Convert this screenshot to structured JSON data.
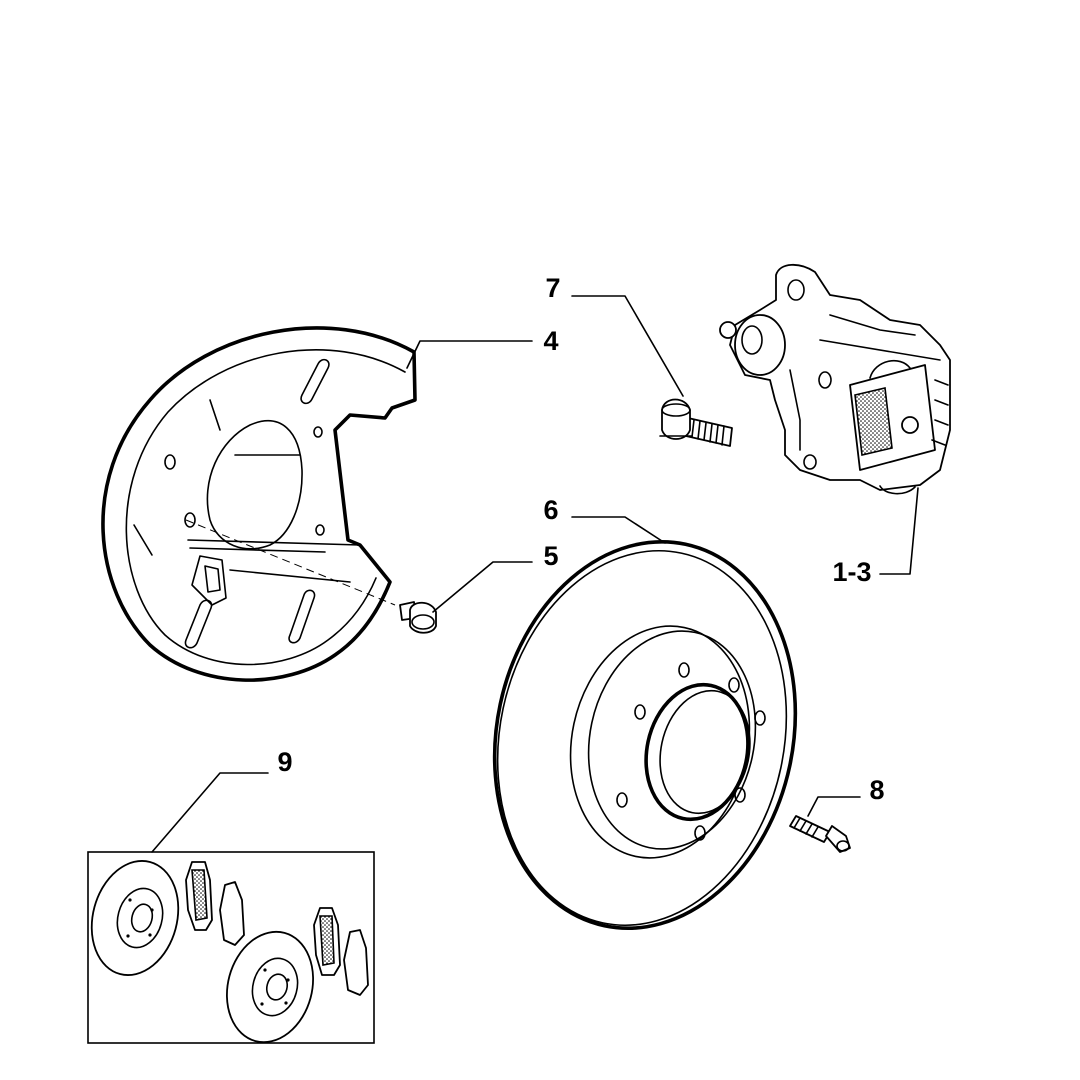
{
  "diagram": {
    "callouts": {
      "caliper": "1-3",
      "dust_shield": "4",
      "shield_screw": "5",
      "brake_disc": "6",
      "caliper_bolt": "7",
      "disc_screw": "8",
      "pad_kit": "9"
    }
  }
}
